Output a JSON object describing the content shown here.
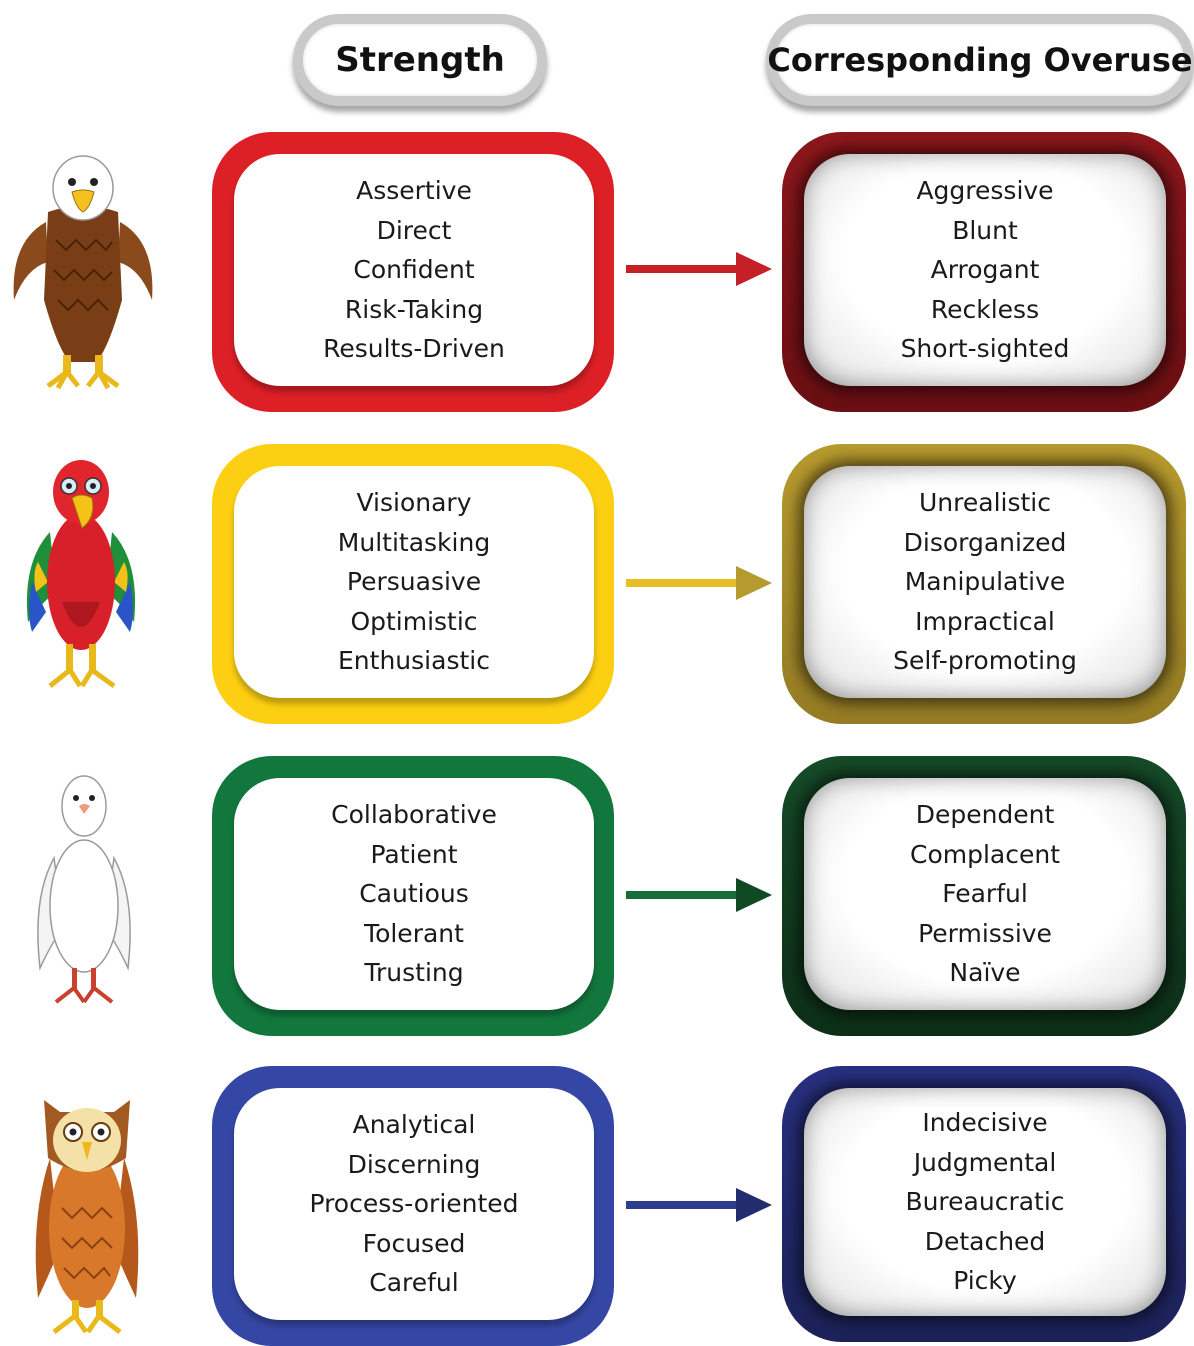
{
  "headers": {
    "strength": "Strength",
    "overuse": "Corresponding Overuse"
  },
  "rows": [
    {
      "bird": "eagle",
      "color": "#dc2026",
      "overuse_color": "#7a1216",
      "strengths": [
        "Assertive",
        "Direct",
        "Confident",
        "Risk-Taking",
        "Results-Driven"
      ],
      "overuses": [
        "Aggressive",
        "Blunt",
        "Arrogant",
        "Reckless",
        "Short-sighted"
      ]
    },
    {
      "bird": "parrot",
      "color": "#fccf13",
      "overuse_color": "#a98f2c",
      "strengths": [
        "Visionary",
        "Multitasking",
        "Persuasive",
        "Optimistic",
        "Enthusiastic"
      ],
      "overuses": [
        "Unrealistic",
        "Disorganized",
        "Manipulative",
        "Impractical",
        "Self-promoting"
      ]
    },
    {
      "bird": "dove",
      "color": "#12773d",
      "overuse_color": "#10391f",
      "strengths": [
        "Collaborative",
        "Patient",
        "Cautious",
        "Tolerant",
        "Trusting"
      ],
      "overuses": [
        "Dependent",
        "Complacent",
        "Fearful",
        "Permissive",
        "Naïve"
      ]
    },
    {
      "bird": "owl",
      "color": "#3547a5",
      "overuse_color": "#1f2565",
      "strengths": [
        "Analytical",
        "Discerning",
        "Process-oriented",
        "Focused",
        "Careful"
      ],
      "overuses": [
        "Indecisive",
        "Judgmental",
        "Bureaucratic",
        "Detached",
        "Picky"
      ]
    }
  ]
}
